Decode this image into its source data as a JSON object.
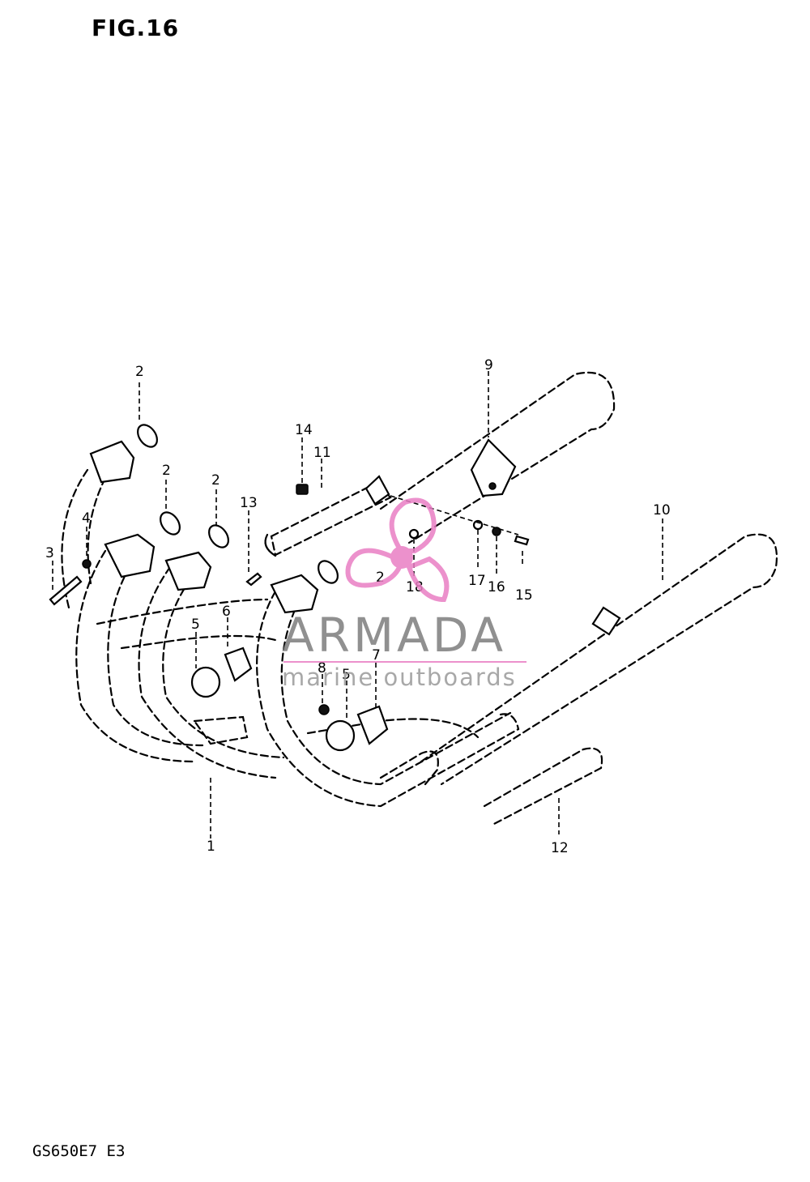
{
  "figure": {
    "title": "FIG.16",
    "model_code": "GS650E7 E3"
  },
  "watermark": {
    "brand": "ARMADA",
    "tagline": "marine outboards",
    "colors": {
      "logo": "#e97ec4",
      "text": "#7d7d7d"
    }
  },
  "callouts": [
    {
      "id": "c1",
      "label": "1"
    },
    {
      "id": "c2a",
      "label": "2"
    },
    {
      "id": "c2b",
      "label": "2"
    },
    {
      "id": "c2c",
      "label": "2"
    },
    {
      "id": "c2d",
      "label": "2"
    },
    {
      "id": "c3",
      "label": "3"
    },
    {
      "id": "c4",
      "label": "4"
    },
    {
      "id": "c5a",
      "label": "5"
    },
    {
      "id": "c5b",
      "label": "5"
    },
    {
      "id": "c6",
      "label": "6"
    },
    {
      "id": "c7",
      "label": "7"
    },
    {
      "id": "c8",
      "label": "8"
    },
    {
      "id": "c9",
      "label": "9"
    },
    {
      "id": "c10",
      "label": "10"
    },
    {
      "id": "c11",
      "label": "11"
    },
    {
      "id": "c12",
      "label": "12"
    },
    {
      "id": "c13",
      "label": "13"
    },
    {
      "id": "c14",
      "label": "14"
    },
    {
      "id": "c15",
      "label": "15"
    },
    {
      "id": "c16",
      "label": "16"
    },
    {
      "id": "c17",
      "label": "17"
    },
    {
      "id": "c18",
      "label": "18"
    }
  ]
}
